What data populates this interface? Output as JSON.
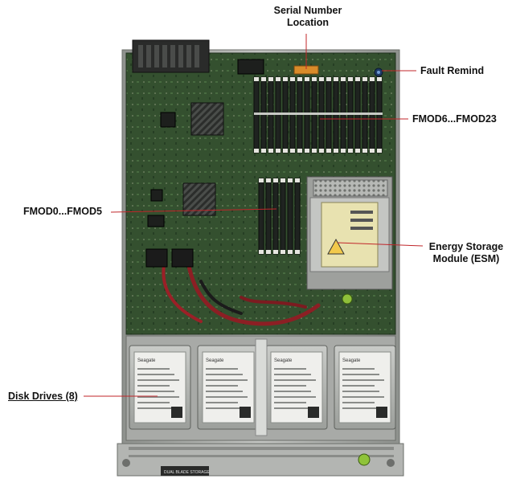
{
  "labels": {
    "serial_number": [
      "Serial Number",
      "Location"
    ],
    "fault_remind": "Fault Remind",
    "fmod_upper": "FMOD6...FMOD23",
    "fmod_lower": "FMOD0...FMOD5",
    "esm": [
      "Energy Storage",
      "Module (ESM)"
    ],
    "disk_drives": "Disk Drives (8)"
  },
  "components": {
    "drive_count_visible": 4,
    "drive_label_text": "Seagate",
    "bezel_label": "DUAL BLADE STORAGE"
  },
  "colors": {
    "board": "#2f4a2c",
    "chassis": "#a9aba8",
    "dimm": "#1f2320",
    "dimm_latch": "#e6e6e0",
    "leader_line": "#c0262a"
  }
}
